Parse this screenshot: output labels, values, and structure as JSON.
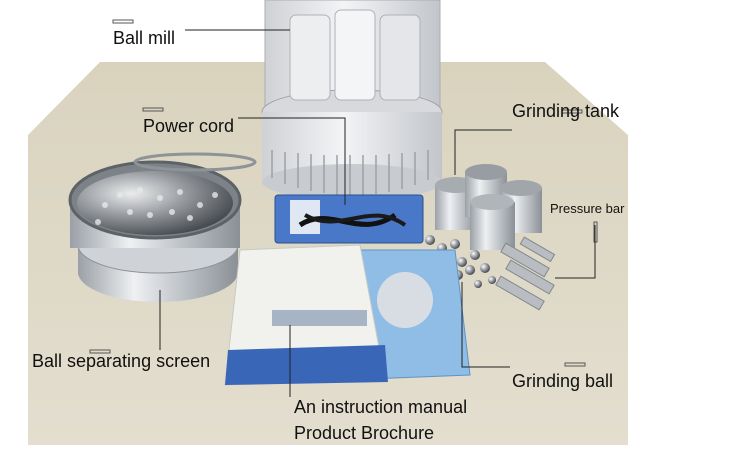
{
  "labels": {
    "ball_mill": "Ball mill",
    "power_cord": "Power cord",
    "grinding_tank": "Grinding tank",
    "pressure_bar": "Pressure bar",
    "ball_separating_screen": "Ball separating screen",
    "grinding_ball": "Grinding ball",
    "instruction_manual": "An instruction manual",
    "product_brochure": "Product Brochure"
  },
  "colors": {
    "table": "#ddd6c2",
    "background": "#ffffff",
    "metal": "#c9ccd0",
    "manual_blue": "#3a66b8",
    "brochure_blue": "#8fbde6",
    "machine": "#e6e7ea"
  }
}
